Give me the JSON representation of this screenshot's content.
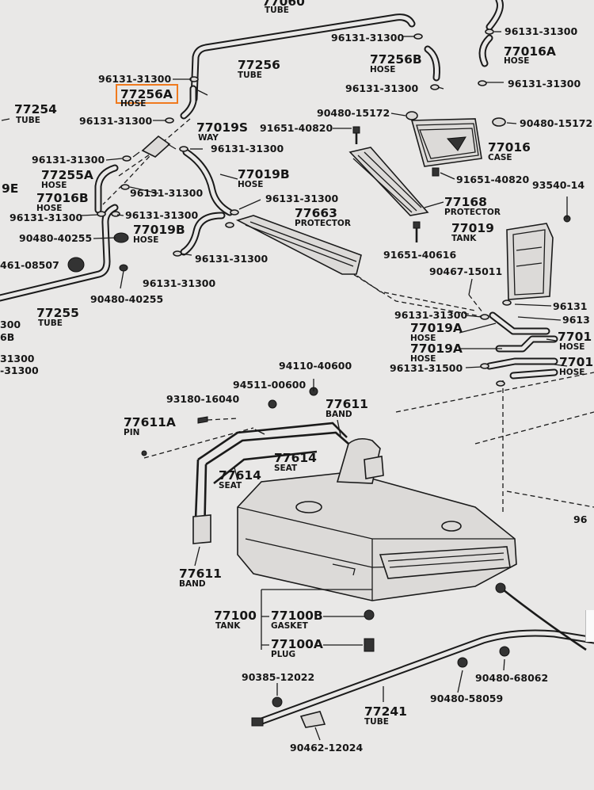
{
  "labels": {
    "l_tube_top": "77060",
    "l_tube_top_sub": "TUBE",
    "l_96131_a": "96131-31300",
    "l_96131_b": "96131-31300",
    "l_77016a": "77016A",
    "l_77016a_sub": "HOSE",
    "l_96131_c": "96131-31300",
    "l_77256": "77256",
    "l_77256_sub": "TUBE",
    "l_77256b": "77256B",
    "l_77256b_sub": "HOSE",
    "l_96131_d": "96131-31300",
    "l_96131_e": "96131-31300",
    "l_77256a": "77256A",
    "l_77256a_sub": "HOSE",
    "l_77254": "77254",
    "l_77254_sub": "TUBE",
    "l_96131_f": "96131-31300",
    "l_77019s": "77019S",
    "l_77019s_sub": "WAY",
    "l_90480_15172a": "90480-15172",
    "l_90480_15172b": "90480-15172",
    "l_91651_40820a": "91651-40820",
    "l_77016": "77016",
    "l_77016_sub": "CASE",
    "l_96131_g": "96131-31300",
    "l_96131_h": "96131-31300",
    "l_77019b_a": "77019B",
    "l_77019b_a_sub": "HOSE",
    "l_91651_40820b": "91651-40820",
    "l_93540": "93540-14",
    "l_77255a": "77255A",
    "l_77255a_sub": "HOSE",
    "l_9e": "9E",
    "l_96131_i": "96131-31300",
    "l_77016b": "77016B",
    "l_77016b_sub": "HOSE",
    "l_96131_j": "96131-31300",
    "l_77168": "77168",
    "l_77168_sub": "PROTECTOR",
    "l_96131_k": "96131-31300",
    "l_96131_l": "96131-31300",
    "l_77663": "77663",
    "l_77663_sub": "PROTECTOR",
    "l_77019": "77019",
    "l_77019_sub": "TANK",
    "l_90480_40255a": "90480-40255",
    "l_77019b_b": "77019B",
    "l_77019b_b_sub": "HOSE",
    "l_91651_40616": "91651-40616",
    "l_461_08507": "461-08507",
    "l_96131_m": "96131-31300",
    "l_90467_15011": "90467-15011",
    "l_96131_n": "96131-31300",
    "l_90480_40255b": "90480-40255",
    "l_96131_o": "96131",
    "l_96131_p": "96131-31300",
    "l_9613_q": "9613",
    "l_77255": "77255",
    "l_77255_sub": "TUBE",
    "l_77019a_a": "77019A",
    "l_77019a_a_sub": "HOSE",
    "l_7701_a": "7701",
    "l_7701_a_sub": "HOSE",
    "l_300": "300",
    "l_6b": "6B",
    "l_77019a_b": "77019A",
    "l_77019a_b_sub": "HOSE",
    "l_31300_a": "31300",
    "l_31300_b": "-31300",
    "l_96131_r": "96131-31500",
    "l_7701_b": "7701",
    "l_7701_b_sub": "HOSE",
    "l_94110": "94110-40600",
    "l_94511": "94511-00600",
    "l_93180": "93180-16040",
    "l_77611_band": "77611",
    "l_77611_band_sub": "BAND",
    "l_77611a": "77611A",
    "l_77611a_sub": "PIN",
    "l_77614_a": "77614",
    "l_77614_a_sub": "SEAT",
    "l_77614_b": "77614",
    "l_77614_b_sub": "SEAT",
    "l_96": "96",
    "l_77611_b": "77611",
    "l_77611_b_sub": "BAND",
    "l_77100": "77100",
    "l_77100_sub": "TANK",
    "l_77100b": "77100B",
    "l_77100b_sub": "GASKET",
    "l_77100a": "77100A",
    "l_77100a_sub": "PLUG",
    "l_90385": "90385-12022",
    "l_90480_68062": "90480-68062",
    "l_90480_58059": "90480-58059",
    "l_77241": "77241",
    "l_77241_sub": "TUBE",
    "l_90462": "90462-12024"
  },
  "highlight": {
    "part": "77256A",
    "color": "#f07a1e"
  }
}
